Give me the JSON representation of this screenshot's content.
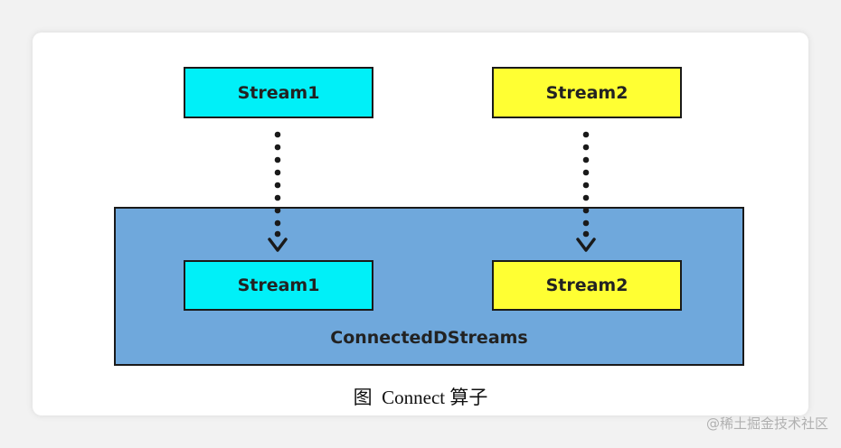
{
  "colors": {
    "stream1_fill": "#00f0f8",
    "stream2_fill": "#ffff33",
    "container_fill": "#6fa8dc"
  },
  "inputs": {
    "stream1_label": "Stream1",
    "stream2_label": "Stream2"
  },
  "container": {
    "label": "ConnectedDStreams",
    "stream1_label": "Stream1",
    "stream2_label": "Stream2"
  },
  "caption": "图  Connect 算子",
  "watermark": "@稀土掘金技术社区"
}
